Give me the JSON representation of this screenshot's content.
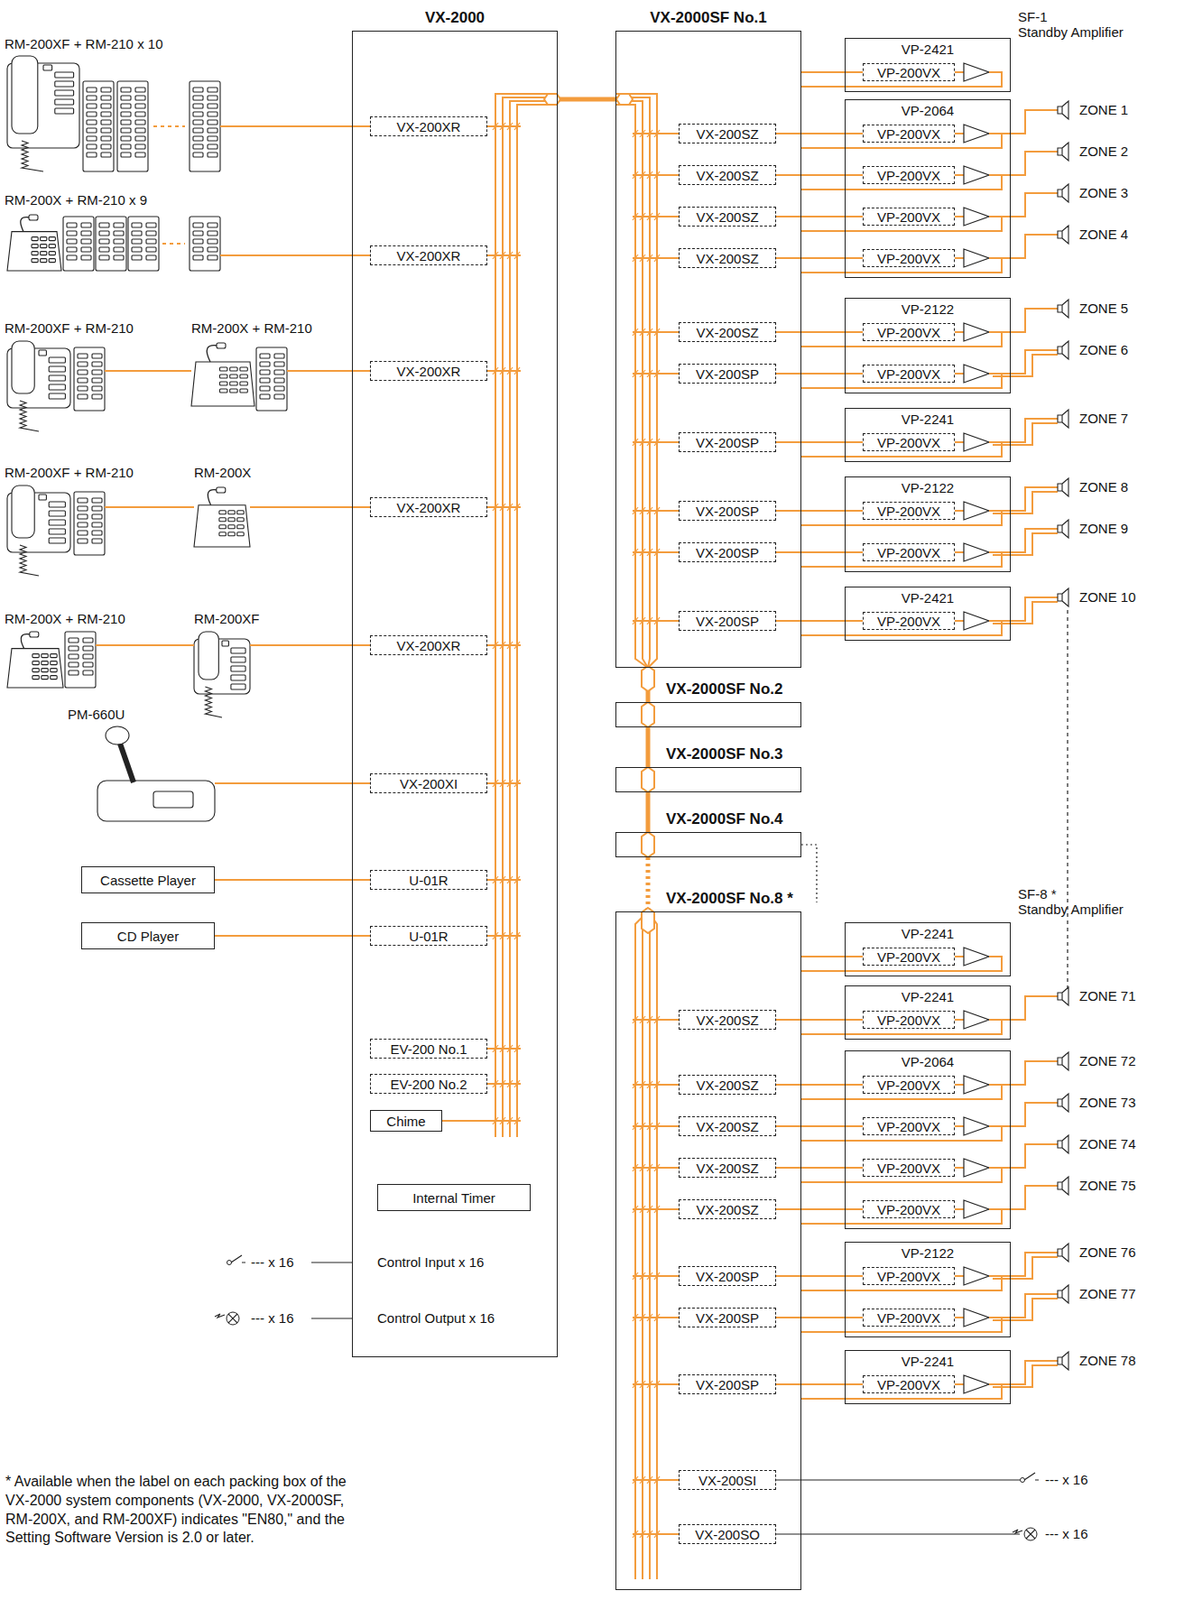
{
  "diagram": {
    "nodes": [
      {
        "text": [
          "VX-2000"
        ]
      },
      {
        "text": [
          "VX-200XR"
        ],
        "in": 0
      },
      {
        "text": [
          "VX-200XR"
        ],
        "in": 0
      },
      {
        "text": [
          "VX-200XR"
        ],
        "in": 0
      },
      {
        "text": [
          "VX-200XR"
        ],
        "in": 0
      },
      {
        "text": [
          "VX-200XR"
        ],
        "in": 0
      },
      {
        "text": [
          "VX-200XI"
        ],
        "in": 0
      },
      {
        "text": [
          "U-01R"
        ],
        "in": 0
      },
      {
        "text": [
          "U-01R"
        ],
        "in": 0
      },
      {
        "text": [
          "EV-200 No.1"
        ],
        "in": 0
      },
      {
        "text": [
          "EV-200 No.2"
        ],
        "in": 0
      },
      {
        "text": [
          "Chime"
        ],
        "in": 0
      },
      {
        "text": [
          "Internal Timer"
        ],
        "in": 0
      },
      {
        "text": [
          "Cassette Player"
        ]
      },
      {
        "text": [
          "CD Player"
        ]
      },
      {
        "text": [
          "VX-2000SF No.1"
        ]
      },
      {
        "text": [
          "VX-200SZ"
        ],
        "in": 15
      },
      {
        "text": [
          "VX-200SZ"
        ],
        "in": 15
      },
      {
        "text": [
          "VX-200SZ"
        ],
        "in": 15
      },
      {
        "text": [
          "VX-200SZ"
        ],
        "in": 15
      },
      {
        "text": [
          "VX-200SZ"
        ],
        "in": 15
      },
      {
        "text": [
          "VX-200SP"
        ],
        "in": 15
      },
      {
        "text": [
          "VX-200SP"
        ],
        "in": 15
      },
      {
        "text": [
          "VX-200SP"
        ],
        "in": 15
      },
      {
        "text": [
          "VX-200SP"
        ],
        "in": 15
      },
      {
        "text": [
          "VX-200SP"
        ],
        "in": 15
      },
      {
        "text": [
          "VP-2421"
        ]
      },
      {
        "text": [
          "VP-200VX"
        ],
        "in": 26
      },
      {
        "text": [
          "VP-2064"
        ]
      },
      {
        "text": [
          "VP-200VX"
        ],
        "in": 28
      },
      {
        "text": [
          "VP-200VX"
        ],
        "in": 28
      },
      {
        "text": [
          "VP-200VX"
        ],
        "in": 28
      },
      {
        "text": [
          "VP-200VX"
        ],
        "in": 28
      },
      {
        "text": [
          "VP-2122"
        ]
      },
      {
        "text": [
          "VP-200VX"
        ],
        "in": 33
      },
      {
        "text": [
          "VP-200VX"
        ],
        "in": 33
      },
      {
        "text": [
          "VP-2241"
        ]
      },
      {
        "text": [
          "VP-200VX"
        ],
        "in": 36
      },
      {
        "text": [
          "VP-2122"
        ]
      },
      {
        "text": [
          "VP-200VX"
        ],
        "in": 38
      },
      {
        "text": [
          "VP-200VX"
        ],
        "in": 38
      },
      {
        "text": [
          "VP-2421"
        ]
      },
      {
        "text": [
          "VP-200VX"
        ],
        "in": 41
      },
      {
        "text": [
          "VX-2000SF No.2"
        ]
      },
      {
        "text": [
          "VX-2000SF No.3"
        ]
      },
      {
        "text": [
          "VX-2000SF No.4"
        ]
      },
      {
        "text": [
          "VX-2000SF No.8 *"
        ]
      },
      {
        "text": [
          "VX-200SZ"
        ],
        "in": 46
      },
      {
        "text": [
          "VX-200SZ"
        ],
        "in": 46
      },
      {
        "text": [
          "VX-200SZ"
        ],
        "in": 46
      },
      {
        "text": [
          "VX-200SZ"
        ],
        "in": 46
      },
      {
        "text": [
          "VX-200SZ"
        ],
        "in": 46
      },
      {
        "text": [
          "VX-200SP"
        ],
        "in": 46
      },
      {
        "text": [
          "VX-200SP"
        ],
        "in": 46
      },
      {
        "text": [
          "VX-200SP"
        ],
        "in": 46
      },
      {
        "text": [
          "VX-200SI"
        ],
        "in": 46
      },
      {
        "text": [
          "VX-200SO"
        ],
        "in": 46
      },
      {
        "text": [
          "VP-2241"
        ]
      },
      {
        "text": [
          "VP-200VX"
        ],
        "in": 57
      },
      {
        "text": [
          "VP-2241"
        ]
      },
      {
        "text": [
          "VP-200VX"
        ],
        "in": 59
      },
      {
        "text": [
          "VP-2064"
        ]
      },
      {
        "text": [
          "VP-200VX"
        ],
        "in": 61
      },
      {
        "text": [
          "VP-200VX"
        ],
        "in": 61
      },
      {
        "text": [
          "VP-200VX"
        ],
        "in": 61
      },
      {
        "text": [
          "VP-200VX"
        ],
        "in": 61
      },
      {
        "text": [
          "VP-2122"
        ]
      },
      {
        "text": [
          "VP-200VX"
        ],
        "in": 66
      },
      {
        "text": [
          "VP-200VX"
        ],
        "in": 66
      },
      {
        "text": [
          "VP-2241"
        ]
      },
      {
        "text": [
          "VP-200VX"
        ],
        "in": 69
      }
    ],
    "edges": [
      {
        "from": 13,
        "to": 7,
        "arrow": "none"
      },
      {
        "from": 14,
        "to": 8,
        "arrow": "none"
      },
      {
        "from": 0,
        "to": 15,
        "arrow": "none"
      },
      {
        "from": 15,
        "to": 43,
        "arrow": "none"
      },
      {
        "from": 43,
        "to": 44,
        "arrow": "none"
      },
      {
        "from": 44,
        "to": 45,
        "arrow": "none"
      },
      {
        "from": 45,
        "to": 46,
        "arrow": "none"
      },
      {
        "from": 15,
        "to": 27,
        "arrow": "none"
      },
      {
        "from": 16,
        "to": 29,
        "arrow": "none"
      },
      {
        "from": 17,
        "to": 30,
        "arrow": "none"
      },
      {
        "from": 18,
        "to": 31,
        "arrow": "none"
      },
      {
        "from": 19,
        "to": 32,
        "arrow": "none"
      },
      {
        "from": 20,
        "to": 34,
        "arrow": "none"
      },
      {
        "from": 21,
        "to": 35,
        "arrow": "none"
      },
      {
        "from": 22,
        "to": 37,
        "arrow": "none"
      },
      {
        "from": 23,
        "to": 39,
        "arrow": "none"
      },
      {
        "from": 24,
        "to": 40,
        "arrow": "none"
      },
      {
        "from": 25,
        "to": 42,
        "arrow": "none"
      },
      {
        "from": 46,
        "to": 58,
        "arrow": "none"
      },
      {
        "from": 47,
        "to": 60,
        "arrow": "none"
      },
      {
        "from": 48,
        "to": 62,
        "arrow": "none"
      },
      {
        "from": 49,
        "to": 63,
        "arrow": "none"
      },
      {
        "from": 50,
        "to": 64,
        "arrow": "none"
      },
      {
        "from": 51,
        "to": 65,
        "arrow": "none"
      },
      {
        "from": 52,
        "to": 67,
        "arrow": "none"
      },
      {
        "from": 53,
        "to": 68,
        "arrow": "none"
      },
      {
        "from": 54,
        "to": 70,
        "arrow": "none"
      }
    ],
    "labels": [
      "RM-200XF + RM-210 x 10",
      "RM-200X + RM-210 x 9",
      "RM-200XF + RM-210",
      "RM-200X + RM-210",
      "RM-200XF + RM-210",
      "RM-200X",
      "RM-200X + RM-210",
      "RM-200XF",
      "PM-660U",
      "Control Input x 16",
      "--- x 16",
      "Control Output x 16",
      "--- x 16",
      "SF-1",
      "Standby Amplifier",
      "ZONE 1",
      "ZONE 2",
      "ZONE 3",
      "ZONE 4",
      "ZONE 5",
      "ZONE 6",
      "ZONE 7",
      "ZONE 8",
      "ZONE 9",
      "ZONE 10",
      "SF-8 *",
      "Standby Amplifier",
      "ZONE 71",
      "ZONE 72",
      "ZONE 73",
      "ZONE 74",
      "ZONE 75",
      "ZONE 76",
      "ZONE 77",
      "ZONE 78",
      "--- x 16",
      "--- x 16",
      "* Available when the label on each packing box of the VX-2000 system components (VX-2000, VX-2000SF, RM-200X, and RM-200XF) indicates \"EN80,\" and the Setting Software Version is 2.0 or later."
    ]
  }
}
